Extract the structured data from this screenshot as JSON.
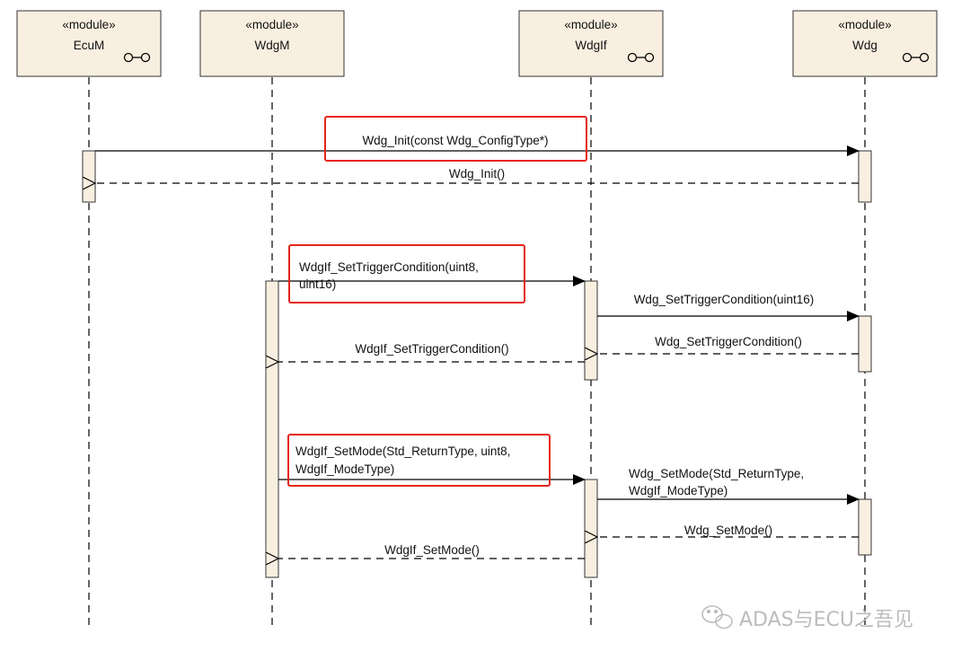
{
  "modules": [
    {
      "stereotype": "«module»",
      "name": "EcuM",
      "component_icon": true
    },
    {
      "stereotype": "«module»",
      "name": "WdgM",
      "component_icon": false
    },
    {
      "stereotype": "«module»",
      "name": "WdgIf",
      "component_icon": true
    },
    {
      "stereotype": "«module»",
      "name": "Wdg",
      "component_icon": true
    }
  ],
  "messages": {
    "wdg_init_call": "Wdg_Init(const Wdg_ConfigType*)",
    "wdg_init_return": "Wdg_Init()",
    "wdgif_settrigger_call_line1": "WdgIf_SetTriggerCondition(uint8,",
    "wdgif_settrigger_call_line2": "uint16)",
    "wdg_settrigger_call": "Wdg_SetTriggerCondition(uint16)",
    "wdg_settrigger_return": "Wdg_SetTriggerCondition()",
    "wdgif_settrigger_return": "WdgIf_SetTriggerCondition()",
    "wdgif_setmode_call_line1": "WdgIf_SetMode(Std_ReturnType, uint8,",
    "wdgif_setmode_call_line2": "WdgIf_ModeType)",
    "wdg_setmode_call_line1": "Wdg_SetMode(Std_ReturnType,",
    "wdg_setmode_call_line2": "WdgIf_ModeType)",
    "wdg_setmode_return": "Wdg_SetMode()",
    "wdgif_setmode_return": "WdgIf_SetMode()"
  },
  "watermark": "ADAS与ECU之吾见",
  "colors": {
    "box_fill": "#f9efe0",
    "line": "#000000",
    "highlight": "#e8231b",
    "watermark": "#b5b5b5"
  }
}
